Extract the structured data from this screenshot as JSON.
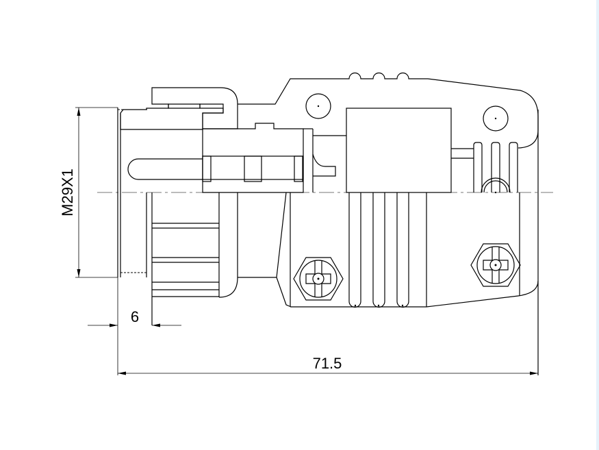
{
  "drawing": {
    "dimensions": {
      "thread": "M29X1",
      "flange_width": "6",
      "overall_length": "71.5"
    },
    "colors": {
      "line": "#000000",
      "centerline": "#777777",
      "edge_strip": "#e6f2fb"
    }
  }
}
